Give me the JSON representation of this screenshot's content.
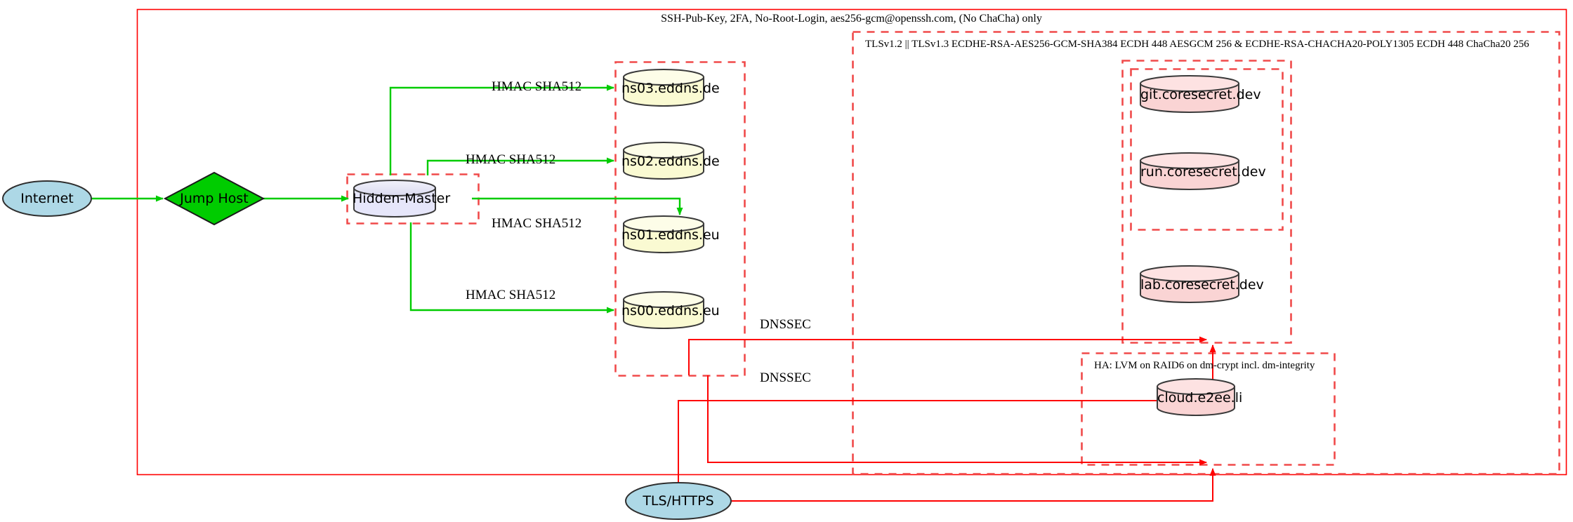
{
  "diagram": {
    "title_label": "SSH-Pub-Key, 2FA, No-Root-Login, aes256-gcm@openssh.com, (No ChaCha) only",
    "colors": {
      "outer_border": "#ff0000",
      "cluster_dashed": "#f04a4a",
      "secure_edge": "#00cc00",
      "dnssec_edge": "#ff0000",
      "ellipse_fill": "#add8e6",
      "diamond_fill": "#00cc00",
      "cylinder_lavender": "#e6e6fa",
      "cylinder_lightyellow": "#fafad2",
      "cylinder_pink": "#fad4d4"
    }
  },
  "clusters": {
    "ssh_outer": {
      "label": "SSH-Pub-Key, 2FA, No-Root-Login, aes256-gcm@openssh.com, (No ChaCha) only"
    },
    "tls": {
      "label": "TLSv1.2 || TLSv1.3 ECDHE-RSA-AES256-GCM-SHA384 ECDH 448 AESGCM 256 & ECDHE-RSA-CHACHA20-POLY1305 ECDH 448 ChaCha20 256"
    },
    "ha": {
      "label": "HA: LVM on RAID6 on dm-crypt incl. dm-integrity"
    },
    "hidden_master_box": {
      "label": ""
    },
    "ns_box": {
      "label": ""
    },
    "coresecret_outer": {
      "label": ""
    },
    "coresecret_inner": {
      "label": ""
    }
  },
  "nodes": {
    "internet": {
      "label": "Internet",
      "shape": "ellipse",
      "fill": "#add8e6"
    },
    "jump_host": {
      "label": "Jump Host",
      "shape": "diamond",
      "fill": "#00cc00"
    },
    "hidden_master": {
      "label": "Hidden-Master",
      "shape": "cylinder",
      "fill": "#e6e6fa"
    },
    "ns03": {
      "label": "ns03.eddns.de",
      "shape": "cylinder",
      "fill": "#fafad2"
    },
    "ns02": {
      "label": "ns02.eddns.de",
      "shape": "cylinder",
      "fill": "#fafad2"
    },
    "ns01": {
      "label": "ns01.eddns.eu",
      "shape": "cylinder",
      "fill": "#fafad2"
    },
    "ns00": {
      "label": "ns00.eddns.eu",
      "shape": "cylinder",
      "fill": "#fafad2"
    },
    "git": {
      "label": "git.coresecret.dev",
      "shape": "cylinder",
      "fill": "#fad4d4"
    },
    "run": {
      "label": "run.coresecret.dev",
      "shape": "cylinder",
      "fill": "#fad4d4"
    },
    "lab": {
      "label": "lab.coresecret.dev",
      "shape": "cylinder",
      "fill": "#fad4d4"
    },
    "cloud": {
      "label": "cloud.e2ee.li",
      "shape": "cylinder",
      "fill": "#fad4d4"
    },
    "tls_https": {
      "label": "TLS/HTTPS",
      "shape": "ellipse",
      "fill": "#add8e6"
    }
  },
  "edges": [
    {
      "from": "internet",
      "to": "jump_host",
      "label": "",
      "color": "#00cc00"
    },
    {
      "from": "jump_host",
      "to": "hidden_master",
      "label": "",
      "color": "#00cc00"
    },
    {
      "from": "hidden_master",
      "to": "ns03",
      "label": "HMAC SHA512",
      "color": "#00cc00"
    },
    {
      "from": "hidden_master",
      "to": "ns02",
      "label": "HMAC SHA512",
      "color": "#00cc00"
    },
    {
      "from": "hidden_master",
      "to": "ns01",
      "label": "HMAC SHA512",
      "color": "#00cc00"
    },
    {
      "from": "hidden_master",
      "to": "ns00",
      "label": "HMAC SHA512",
      "color": "#00cc00"
    },
    {
      "from": "ns_box",
      "to": "coresecret",
      "label": "DNSSEC",
      "color": "#ff0000"
    },
    {
      "from": "ns_box",
      "to": "ha",
      "label": "DNSSEC",
      "color": "#ff0000"
    },
    {
      "from": "tls_https",
      "to": "coresecret",
      "label": "",
      "color": "#ff0000"
    },
    {
      "from": "tls_https",
      "to": "ha",
      "label": "",
      "color": "#ff0000"
    }
  ],
  "edge_labels": {
    "hmac_1": "HMAC SHA512",
    "hmac_2": "HMAC SHA512",
    "hmac_3": "HMAC SHA512",
    "hmac_4": "HMAC SHA512",
    "dnssec_1": "DNSSEC",
    "dnssec_2": "DNSSEC"
  }
}
